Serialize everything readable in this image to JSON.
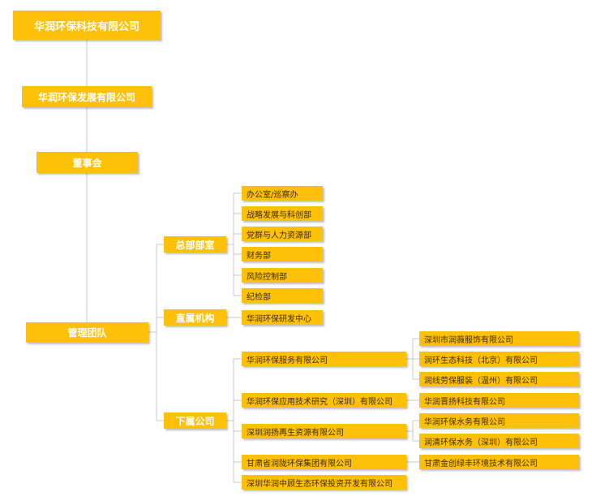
{
  "colors": {
    "node_fill": "#FFC107",
    "line": "#c9c9c9",
    "text_dark": "#3a2a00",
    "text_light": "#ffffff"
  },
  "nodes": {
    "root": "华润环保科技有限公司",
    "dev": "华润环保发展有限公司",
    "board": "董事会",
    "mgmt": "管理团队",
    "hq": "总部部室",
    "direct": "直属机构",
    "subs": "下属公司",
    "hq_depts": [
      "办公室/巡察办",
      "战略发展与科创部",
      "党群与人力资源部",
      "财务部",
      "风险控制部",
      "纪检部"
    ],
    "direct_units": [
      "华润环保研发中心"
    ],
    "companies": [
      "华润环保服务有限公司",
      "华润环保应用技术研究（深圳）有限公司",
      "深圳润扬再生资源有限公司",
      "甘肃省润陇环保集团有限公司",
      "深圳华润中顾生态环保投资开发有限公司"
    ],
    "grandchildren": {
      "service": [
        "深圳市润薇服饰有限公司",
        "润环生态科技（北京）有限公司",
        "润线劳保服装（温州）有限公司"
      ],
      "research": [
        "华润晋扬科技有限公司"
      ],
      "runyang": [
        "华润环保水务有限公司",
        "润清环保水务（深圳）有限公司"
      ],
      "gansu": [
        "甘肃金创绿丰环境技术有限公司"
      ]
    }
  }
}
